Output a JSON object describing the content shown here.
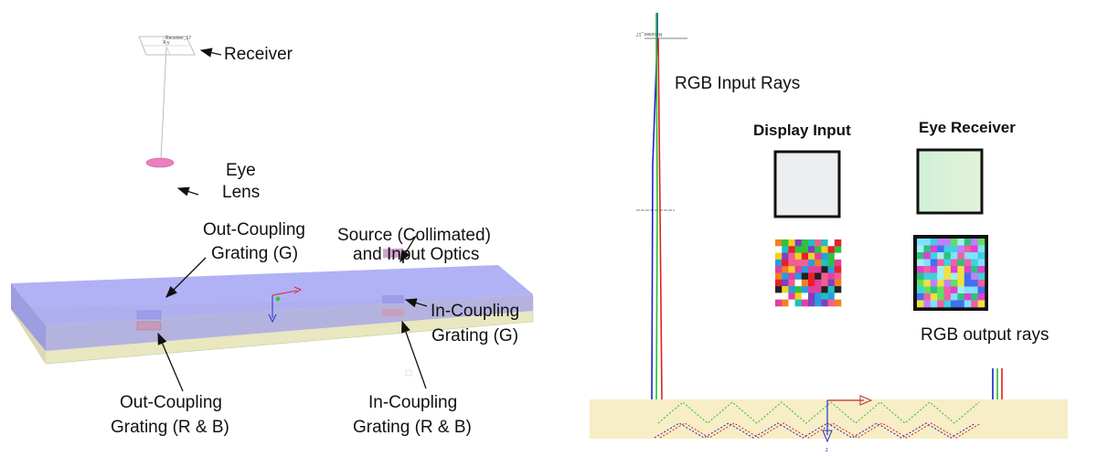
{
  "left_panel": {
    "labels": {
      "receiver": "Receiver",
      "eye": "Eye",
      "lens": "Lens",
      "source_line1": "Source (Collimated)",
      "source_line2": "and Input Optics",
      "out_g_line1": "Out-Coupling",
      "out_g_line2": "Grating (G)",
      "in_g_line1": "In-Coupling",
      "in_g_line2": "Grating (G)",
      "out_rb_line1": "Out-Coupling",
      "out_rb_line2": "Grating (R & B)",
      "in_rb_line1": "In-Coupling",
      "in_rb_line2": "Grating (R & B)"
    },
    "receiver_tag": "Receiver_17",
    "receiver_axes": "X-y"
  },
  "right_panel": {
    "labels": {
      "rgb_input": "RGB Input Rays",
      "display_input": "Display Input",
      "eye_receiver": "Eye Receiver",
      "rgb_output": "RGB output rays"
    },
    "axis_z": "z",
    "receiver_tag": "Receiver_17"
  },
  "colors": {
    "waveguide_top": "#a9a9f5",
    "waveguide_bottom": "#ecebc4",
    "band": "#f7edc6",
    "ray_red": "#e0201c",
    "ray_green": "#22c02a",
    "ray_blue": "#1a22c8",
    "display_fill": "#eceef0",
    "receiver_fill": "#d6f2d8"
  }
}
